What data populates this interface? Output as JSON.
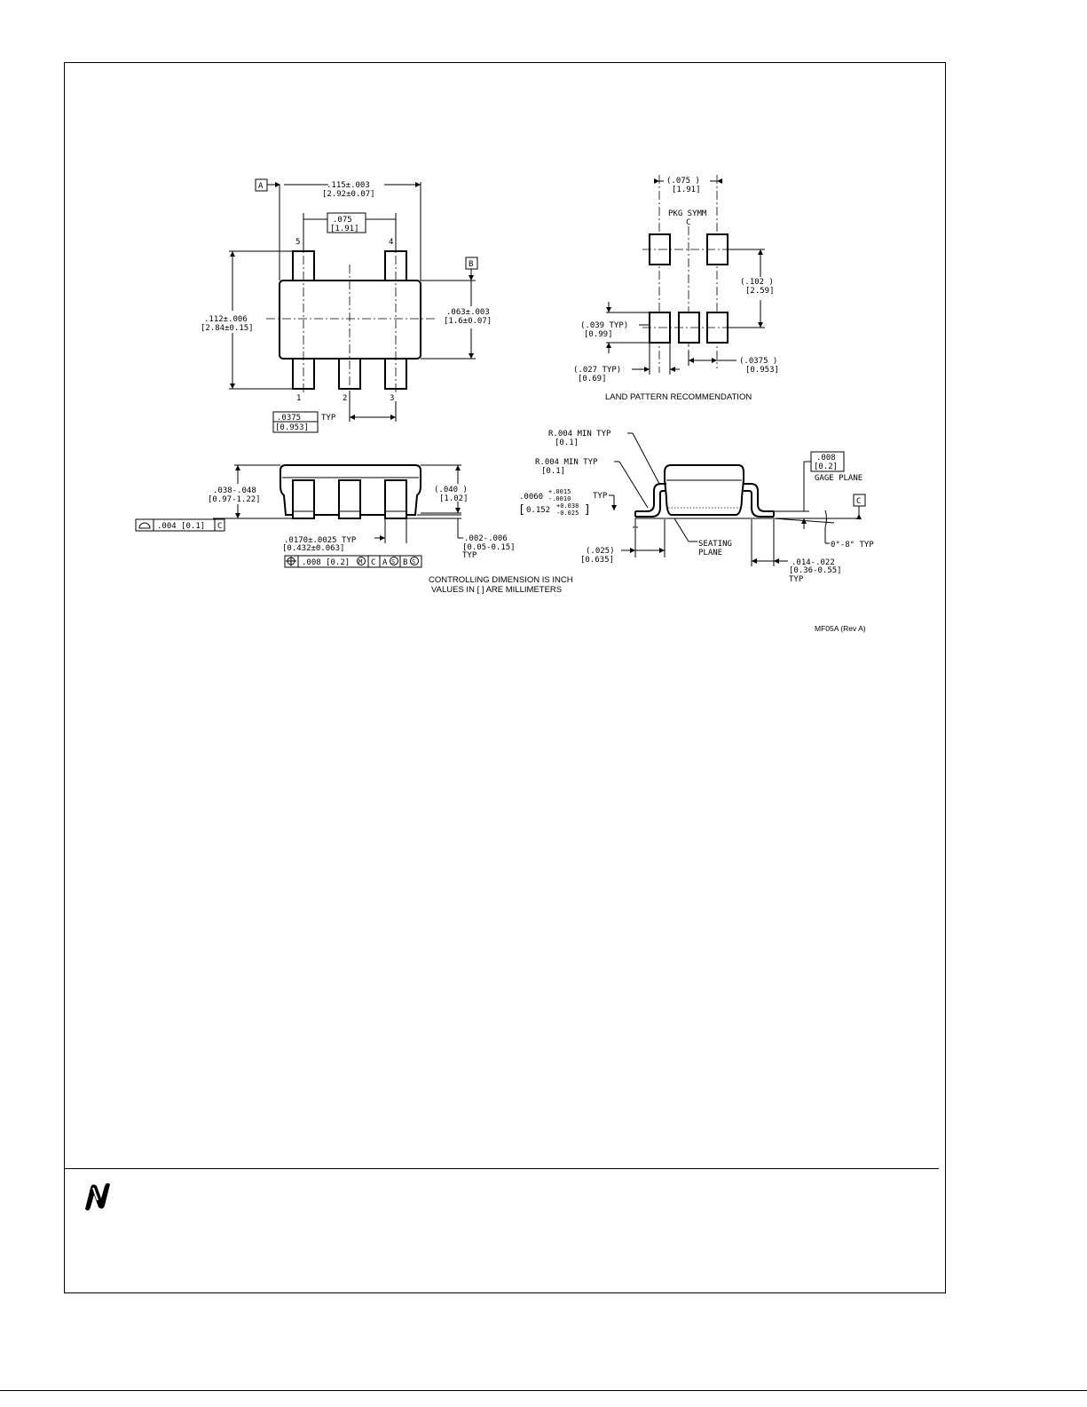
{
  "top_view": {
    "datum_a": "A",
    "datum_b": "B",
    "width_in": ".115±.003",
    "width_mm": "[2.92±0.07]",
    "pitch_in": ".075",
    "pitch_mm": "[1.91]",
    "pin5": "5",
    "pin4": "4",
    "pin1": "1",
    "pin2": "2",
    "pin3": "3",
    "length_in": ".112±.006",
    "length_mm": "[2.84±0.15]",
    "body_in": ".063±.003",
    "body_mm": "[1.6±0.07]",
    "lead_pitch_in": ".0375",
    "lead_pitch_mm": "[0.953]",
    "lead_pitch_typ": "TYP"
  },
  "land_pattern": {
    "pitch_in": "(.075  )",
    "pitch_mm": "[1.91]",
    "pkg_symm": "PKG SYMM",
    "centerline": "C",
    "span_in": "(.102  )",
    "span_mm": "[2.59]",
    "pad_len_in": "(.039  TYP)",
    "pad_len_mm": "[0.99]",
    "pad_w_in": "(.027  TYP)",
    "pad_w_mm": "[0.69]",
    "pad_pitch_in": "(.0375  )",
    "pad_pitch_mm": "[0.953]",
    "caption": "LAND PATTERN RECOMMENDATION"
  },
  "side_view": {
    "height_in": ".038-.048",
    "height_mm": "[0.97-1.22]",
    "body_h_in": "(.040  )",
    "body_h_mm": "[1.02]",
    "flatness_val": ".004 [0.1]",
    "flatness_ref": "C",
    "lead_w_in": ".0170±.0025  TYP",
    "lead_w_mm": "[0.432±0.063]",
    "position_val": ".008 [0.2]",
    "position_ref_c": "C",
    "position_ref_a": "A",
    "position_ref_b": "B",
    "standoff_in": ".002-.006",
    "standoff_mm": "[0.05-0.15]",
    "standoff_typ": "TYP"
  },
  "end_view": {
    "r1_in": "R.004  MIN TYP",
    "r1_mm": "[0.1]",
    "r2_in": "R.004  MIN TYP",
    "r2_mm": "[0.1]",
    "thick_in": ".0060",
    "thick_in_tol_plus": "+.0015",
    "thick_in_tol_minus": "-.0010",
    "thick_typ": "TYP",
    "thick_mm": "0.152",
    "thick_mm_tol_plus": "+0.038",
    "thick_mm_tol_minus": "-0.025",
    "gage_in": ".008",
    "gage_mm": "[0.2]",
    "gage_label": "GAGE PLANE",
    "datum_c": "C",
    "seating_1": "SEATING",
    "seating_2": "PLANE",
    "angle": "0°-8° TYP",
    "foot_in": "(.025)",
    "foot_mm": "[0.635]",
    "tip_in": ".014-.022",
    "tip_mm": "[0.36-0.55]",
    "tip_typ": "TYP"
  },
  "notes": {
    "line1": "CONTROLLING  DIMENSION  IS  INCH",
    "line2": "VALUES  IN  [ ]  ARE  MILLIMETERS",
    "drawing_id": "MF05A (Rev A)"
  }
}
